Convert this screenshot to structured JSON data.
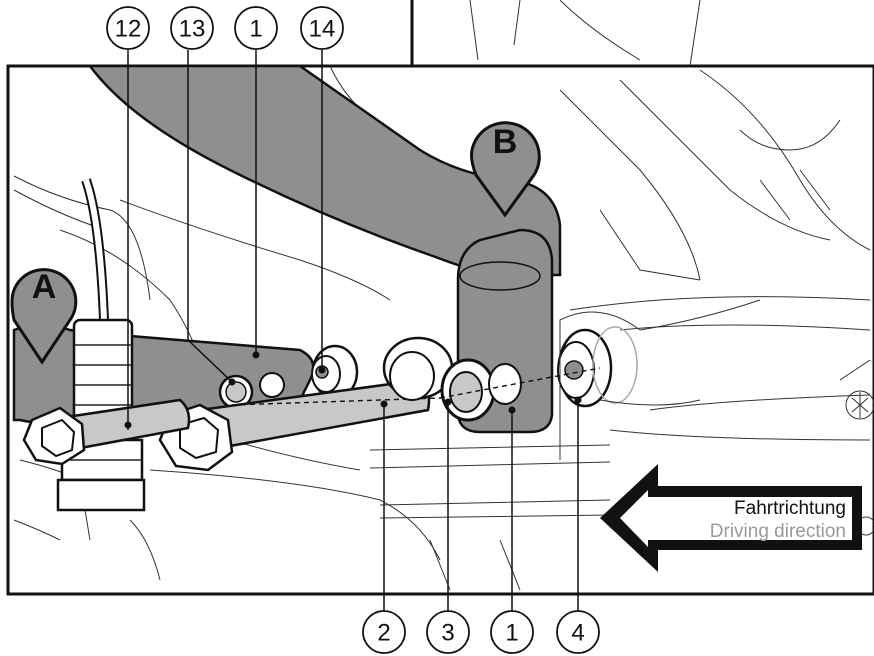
{
  "callouts_top": [
    "12",
    "13",
    "1",
    "14"
  ],
  "callouts_bottom": [
    "2",
    "3",
    "1",
    "4"
  ],
  "markers": {
    "a": "A",
    "b": "B"
  },
  "direction": {
    "de": "Fahrtrichtung",
    "en": "Driving direction"
  },
  "colors": {
    "part_gray": "#8f8f8f",
    "bolt_gray": "#c8c8c8",
    "outline": "#111111"
  }
}
